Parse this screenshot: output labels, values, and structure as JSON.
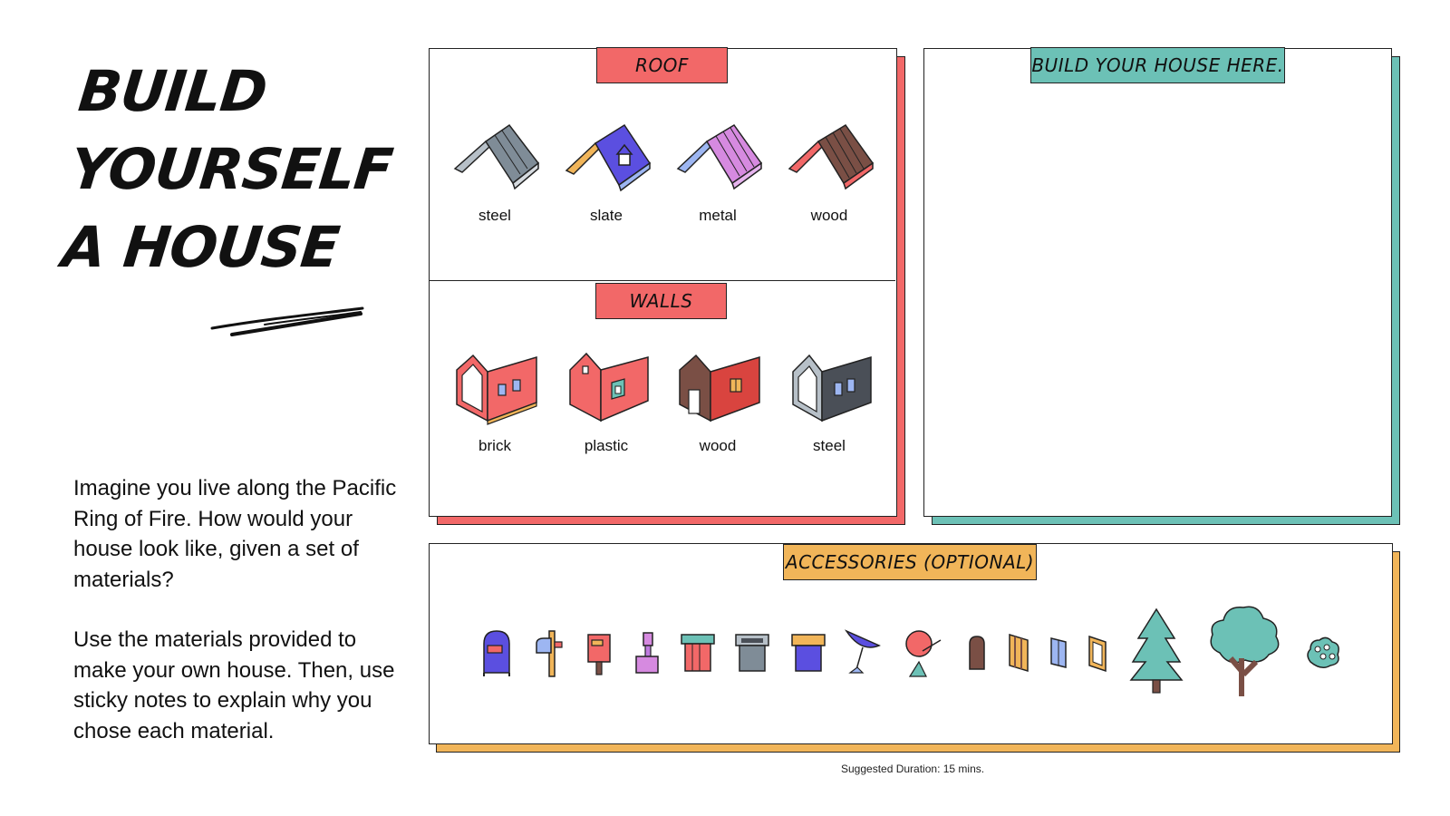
{
  "title": {
    "line1": "BUILD",
    "line2": "YOURSELF",
    "line3": "A HOUSE"
  },
  "intro": {
    "p1": "Imagine you live along the Pacific Ring of Fire. How would your house look like, given a set of materials?",
    "p2": "Use the materials provided to make your own house. Then, use sticky notes to explain why you chose each material."
  },
  "sections": {
    "roof": {
      "label": "ROOF",
      "color": "#f26868",
      "items": [
        {
          "label": "steel",
          "icon": "steel-roof-icon"
        },
        {
          "label": "slate",
          "icon": "slate-roof-icon"
        },
        {
          "label": "metal",
          "icon": "metal-roof-icon"
        },
        {
          "label": "wood",
          "icon": "wood-roof-icon"
        }
      ]
    },
    "walls": {
      "label": "WALLS",
      "color": "#f26868",
      "items": [
        {
          "label": "brick",
          "icon": "brick-wall-icon"
        },
        {
          "label": "plastic",
          "icon": "plastic-wall-icon"
        },
        {
          "label": "wood",
          "icon": "wood-wall-icon"
        },
        {
          "label": "steel",
          "icon": "steel-wall-icon"
        }
      ]
    },
    "build": {
      "label": "BUILD YOUR HOUSE HERE.",
      "color": "#6cc1b6"
    },
    "accessories": {
      "label": "ACCESSORIES (OPTIONAL)",
      "color": "#f1b559",
      "items": [
        "mailbox-blue-icon",
        "mailbox-post-icon",
        "mailbox-red-icon",
        "chimney-purple-icon",
        "chimney-teal-icon",
        "chimney-gray-icon",
        "chimney-blue-icon",
        "satellite-dish-icon",
        "antenna-dish-icon",
        "door-arched-icon",
        "door-wood-icon",
        "window-blue-icon",
        "window-yellow-icon",
        "pine-tree-icon",
        "round-tree-icon",
        "shrub-icon"
      ]
    }
  },
  "footer": {
    "duration": "Suggested Duration: 15 mins."
  }
}
